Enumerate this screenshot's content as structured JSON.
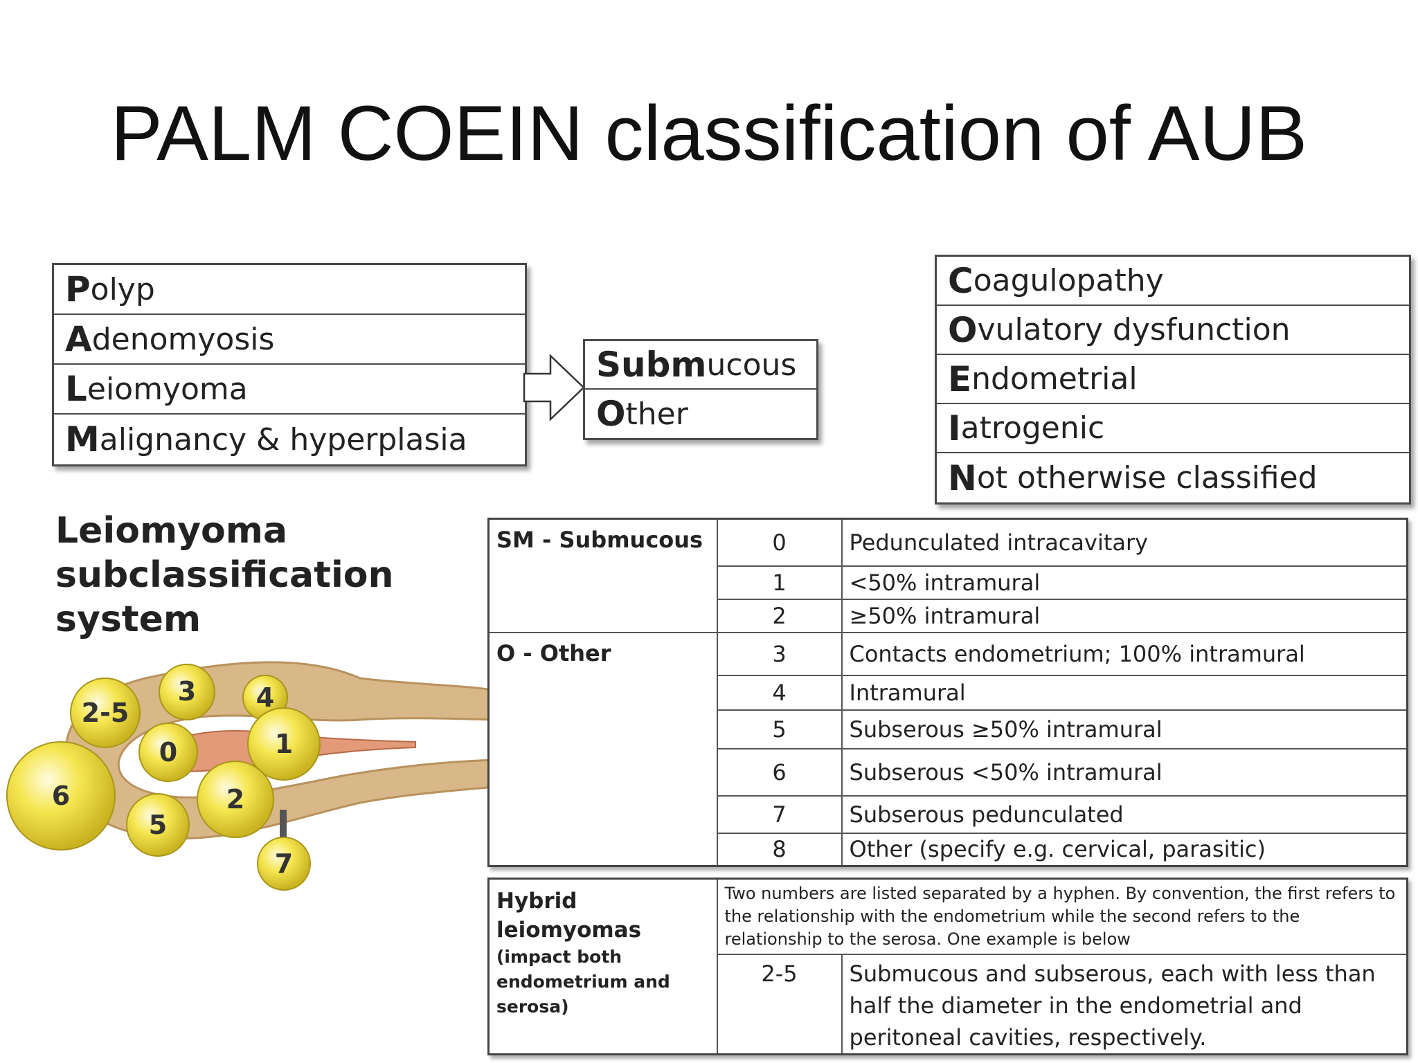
{
  "title": "PALM COEIN classification of AUB",
  "palm": [
    {
      "initial": "P",
      "rest": "olyp"
    },
    {
      "initial": "A",
      "rest": "denomyosis"
    },
    {
      "initial": "L",
      "rest": "eiomyoma"
    },
    {
      "initial": "M",
      "rest": "alignancy & hyperplasia"
    }
  ],
  "leiomyoma_split": [
    {
      "bold1": "Sub",
      "plain1": "",
      "bold2": "m",
      "plain2": "ucous"
    },
    {
      "bold1": "O",
      "plain1": "ther",
      "bold2": "",
      "plain2": ""
    }
  ],
  "coein": [
    {
      "initial": "C",
      "rest": "oagulopathy"
    },
    {
      "initial": "O",
      "rest": "vulatory dysfunction"
    },
    {
      "initial": "E",
      "rest": "ndometrial"
    },
    {
      "initial": "I",
      "rest": "atrogenic"
    },
    {
      "initial": "N",
      "rest": "ot otherwise classified"
    }
  ],
  "subclass_heading": [
    "Leiomyoma",
    "subclassification",
    "system"
  ],
  "figure_labels": [
    "2-5",
    "3",
    "4",
    "0",
    "1",
    "6",
    "2",
    "5",
    "7"
  ],
  "table": {
    "sm_label": "SM - Submucous",
    "o_label": "O - Other",
    "rows": [
      {
        "num": "0",
        "desc": "Pedunculated intracavitary"
      },
      {
        "num": "1",
        "desc": "<50% intramural"
      },
      {
        "num": "2",
        "desc": "≥50% intramural"
      },
      {
        "num": "3",
        "desc": "Contacts endometrium; 100% intramural"
      },
      {
        "num": "4",
        "desc": "Intramural"
      },
      {
        "num": "5",
        "desc": "Subserous ≥50% intramural"
      },
      {
        "num": "6",
        "desc": "Subserous <50% intramural"
      },
      {
        "num": "7",
        "desc": "Subserous pedunculated"
      },
      {
        "num": "8",
        "desc": "Other (specify e.g. cervical, parasitic)"
      }
    ]
  },
  "hybrid": {
    "label_line1": "Hybrid",
    "label_line2": "leiomyomas",
    "label_small": "(impact both endometrium and serosa)",
    "note": "Two numbers are listed separated by a hyphen. By convention, the first refers to the relationship with the endometrium while the second refers to the relationship to the serosa. One example is below",
    "num": "2-5",
    "desc": "Submucous and subserous, each with less than half the diameter in the endometrial and peritoneal cavities, respectively."
  },
  "colors": {
    "fibroid_fill": "#f2e24a",
    "uterus_fill": "#d9b98a",
    "cavity_fill": "#e7a07c",
    "border": "#4a4a4a"
  }
}
